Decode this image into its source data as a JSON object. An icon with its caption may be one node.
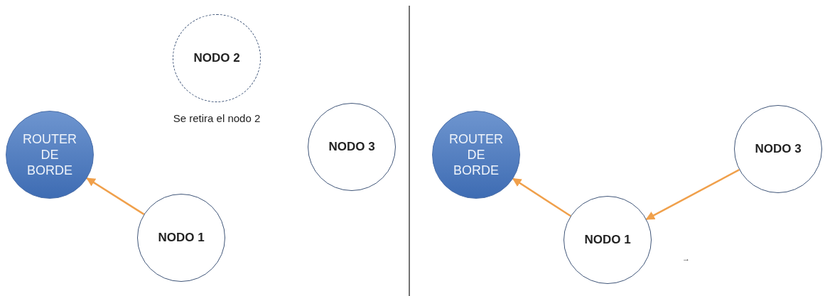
{
  "diagram": {
    "nodes": [
      {
        "text": [
          "NODO 2"
        ],
        "beside": [
          "Se retira el nodo 2"
        ]
      },
      {
        "text": [
          "ROUTER DE BORDE"
        ]
      },
      {
        "text": [
          "NODO 3"
        ]
      },
      {
        "text": [
          "NODO 1"
        ]
      },
      {
        "text": [
          "ROUTER DE BORDE"
        ]
      },
      {
        "text": [
          "NODO 3"
        ]
      },
      {
        "text": [
          "NODO 1"
        ]
      }
    ],
    "edges": [
      {
        "from": 3,
        "to": 1,
        "arrow": "to"
      },
      {
        "from": 5,
        "to": 6,
        "arrow": "to"
      },
      {
        "from": 6,
        "to": 4,
        "arrow": "to"
      }
    ],
    "labels": [
      "→"
    ]
  }
}
